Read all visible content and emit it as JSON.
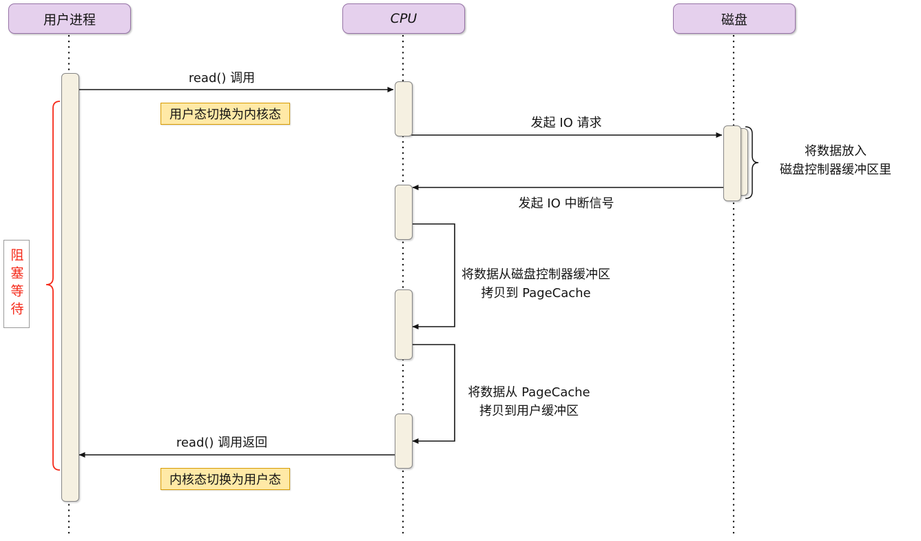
{
  "diagram": {
    "actors": [
      {
        "id": "user-process",
        "label": "用户进程"
      },
      {
        "id": "cpu",
        "label": "CPU"
      },
      {
        "id": "disk",
        "label": "磁盘"
      }
    ],
    "messages": {
      "read_call": "read() 调用",
      "switch_to_kernel": "用户态切换为内核态",
      "io_request": "发起 IO 请求",
      "io_interrupt": "发起 IO 中断信号",
      "copy_disk_to_pagecache": {
        "line1": "将数据从磁盘控制器缓冲区",
        "line2": "拷贝到 PageCache"
      },
      "copy_pagecache_to_user": {
        "line1": "将数据从 PageCache",
        "line2": "拷贝到用户缓冲区"
      },
      "read_return": "read() 调用返回",
      "switch_to_user": "内核态切换为用户态"
    },
    "notes": {
      "disk_buffer": {
        "line1": "将数据放入",
        "line2": "磁盘控制器缓冲区里"
      },
      "blocking_wait": "阻塞等待"
    },
    "colors": {
      "actor_fill": "#E5D0ED",
      "actor_stroke": "#9673A6",
      "activation_fill": "#F5F0E1",
      "activation_stroke": "#868686",
      "highlight_fill": "#FFE9A6",
      "highlight_stroke": "#D79B00",
      "brace_red": "#F52A1A",
      "line_color": "#141414",
      "text_color": "#141414"
    }
  }
}
